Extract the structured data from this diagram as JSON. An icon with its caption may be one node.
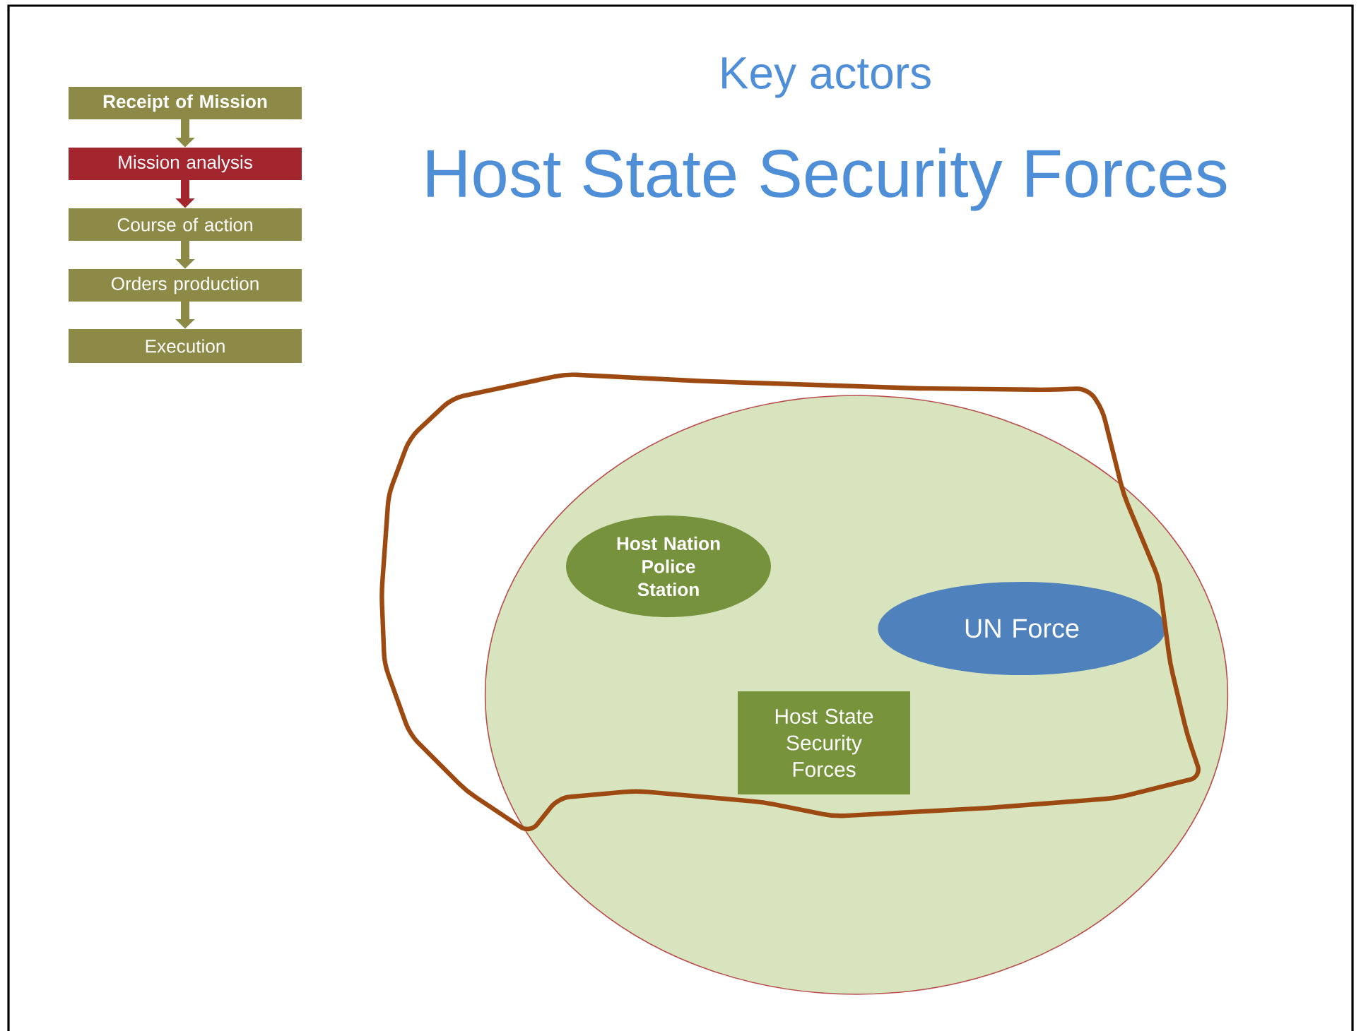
{
  "diagram": {
    "title": "Key actors",
    "nodes": [
      {
        "text": [
          "Receipt of Mission"
        ]
      },
      {
        "text": [
          "Mission analysis"
        ]
      },
      {
        "text": [
          "Course of action"
        ]
      },
      {
        "text": [
          "Orders production"
        ]
      },
      {
        "text": [
          "Execution"
        ]
      },
      {
        "text": [],
        "shape": "circle"
      },
      {
        "text": [
          "Host Nation Police Station"
        ],
        "in": 5
      },
      {
        "text": [
          "UN Force"
        ],
        "in": 5
      },
      {
        "text": [
          "Host State Security Forces"
        ],
        "in": 5
      }
    ],
    "edges": [
      {
        "from": 0,
        "to": 1,
        "arrow": "to"
      },
      {
        "from": 1,
        "to": 2,
        "arrow": "to",
        "color": "#a3262e"
      },
      {
        "from": 2,
        "to": 3,
        "arrow": "to"
      },
      {
        "from": 3,
        "to": 4,
        "arrow": "to"
      }
    ],
    "labels": [
      "Host State Security Forces"
    ]
  }
}
